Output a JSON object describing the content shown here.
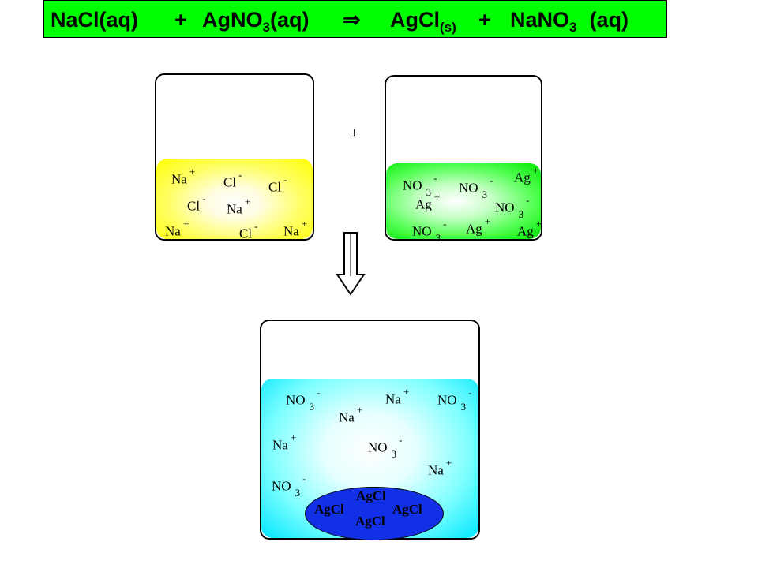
{
  "equation": {
    "reactant1": "NaCl(aq)",
    "plus1": "+",
    "reactant2_main": "AgNO",
    "reactant2_sub": "3",
    "reactant2_state": "(aq)",
    "arrow": "⇒",
    "product1_main": "AgCl",
    "product1_sub": "(s)",
    "plus2": "+",
    "product2_main": "NaNO",
    "product2_sub": "3",
    "product2_state": "(aq)"
  },
  "mix_plus": "+",
  "ion_labels": {
    "na": "Na",
    "cl": "Cl",
    "ag": "Ag",
    "no": "NO",
    "no_sub": "3",
    "pos": "+",
    "neg": "-"
  },
  "precipitate_label": "AgCl",
  "colors": {
    "equation_bg": "#00ff00",
    "nacl_solution": "#ffff00",
    "agno3_solution": "#00e600",
    "mixture_solution": "#00e6ff",
    "precipitate": "#1230e6"
  }
}
